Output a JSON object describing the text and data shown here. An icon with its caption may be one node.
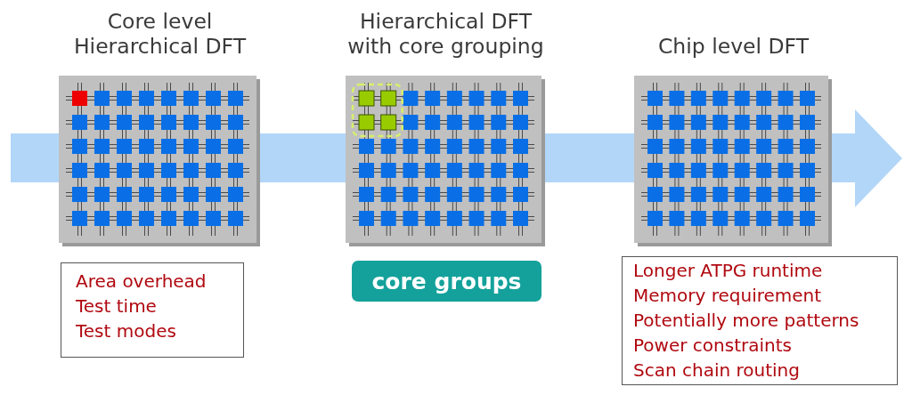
{
  "diagram": {
    "nodes": [
      {
        "text": [
          "Core level Hierarchical DFT"
        ]
      },
      {
        "text": [
          "Hierarchical DFT with core grouping"
        ]
      },
      {
        "text": [
          "Chip level DFT"
        ]
      },
      {
        "text": [
          "Area overhead",
          "Test time",
          "Test modes"
        ]
      },
      {
        "text": [
          "core groups"
        ]
      },
      {
        "text": [
          "Longer ATPG runtime",
          "Memory requirement",
          "Potentially more patterns",
          "Power constraints",
          "Scan chain routing"
        ]
      }
    ]
  }
}
